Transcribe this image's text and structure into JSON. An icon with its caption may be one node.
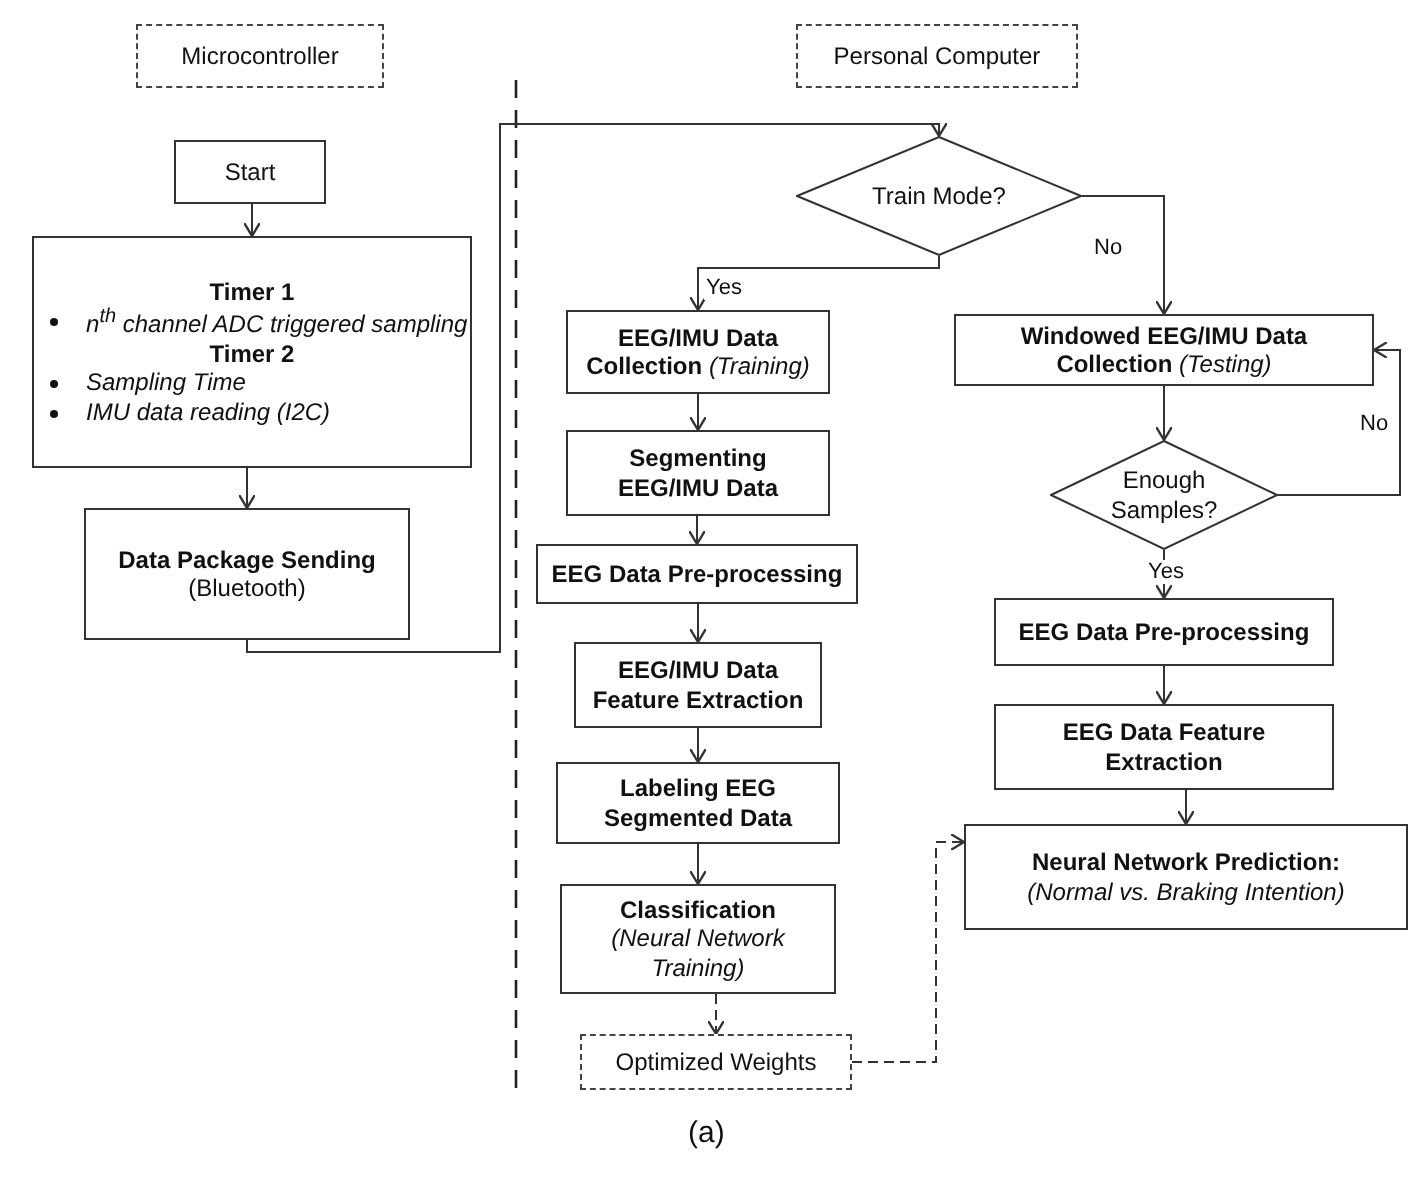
{
  "diagram": {
    "nodes": [
      {
        "text": [
          "Microcontroller"
        ]
      },
      {
        "text": [
          "Personal Computer"
        ]
      },
      {
        "text": [
          "Start"
        ]
      },
      {
        "text": [
          "Timer 1",
          "n$^{th}$ channel ADC triggered sampling",
          "Timer 2",
          "Sampling Time",
          "IMU data reading (I2C)"
        ]
      },
      {
        "text": [
          "Data Package Sending",
          "(Bluetooth)"
        ]
      },
      {
        "text": [
          "Train Mode?"
        ]
      },
      {
        "text": [
          "**EEG/IMU Data Collection** *(Training)*"
        ]
      },
      {
        "text": [
          "**Windowed EEG/IMU Data Collection** *(Testing)*"
        ]
      },
      {
        "text": [
          "Segmenting EEG/IMU Data"
        ]
      },
      {
        "text": [
          "Enough Samples?"
        ]
      },
      {
        "text": [
          "EEG Data Pre-processing"
        ]
      },
      {
        "text": [
          "EEG Data Pre-processing"
        ]
      },
      {
        "text": [
          "EEG/IMU Data Feature Extraction"
        ]
      },
      {
        "text": [
          "EEG Data Feature Extraction"
        ]
      },
      {
        "text": [
          "Labeling EEG Segmented Data"
        ]
      },
      {
        "text": [
          "Neural Network Prediction:",
          "(Normal vs. Braking Intention)"
        ]
      },
      {
        "text": [
          "Classification",
          "(Neural Network Training)"
        ]
      },
      {
        "text": [
          "Optimized Weights"
        ]
      }
    ],
    "edges": [
      {
        "from": 2,
        "to": 3,
        "arrow": "to"
      },
      {
        "from": 3,
        "to": 4,
        "arrow": "to"
      },
      {
        "from": 4,
        "to": 5,
        "arrow": "to"
      },
      {
        "from": 5,
        "to": 6,
        "arrow": "to",
        "label": "Yes"
      },
      {
        "from": 5,
        "to": 7,
        "arrow": "to",
        "label": "No"
      },
      {
        "from": 6,
        "to": 8,
        "arrow": "to"
      },
      {
        "from": 8,
        "to": 10,
        "arrow": "to"
      },
      {
        "from": 10,
        "to": 12,
        "arrow": "to"
      },
      {
        "from": 12,
        "to": 14,
        "arrow": "to"
      },
      {
        "from": 14,
        "to": 16,
        "arrow": "to"
      },
      {
        "from": 16,
        "to": 17,
        "arrow": "to",
        "style": "dashed"
      },
      {
        "from": 17,
        "to": 15,
        "arrow": "to",
        "style": "dashed"
      },
      {
        "from": 7,
        "to": 9,
        "arrow": "to"
      },
      {
        "from": 9,
        "to": 11,
        "arrow": "to",
        "label": "Yes"
      },
      {
        "from": 11,
        "to": 13,
        "arrow": "to"
      },
      {
        "from": 13,
        "to": 15,
        "arrow": "to"
      },
      {
        "from": 9,
        "to": 7,
        "arrow": "to",
        "label": "No"
      }
    ],
    "labels": [
      "(a)"
    ]
  }
}
